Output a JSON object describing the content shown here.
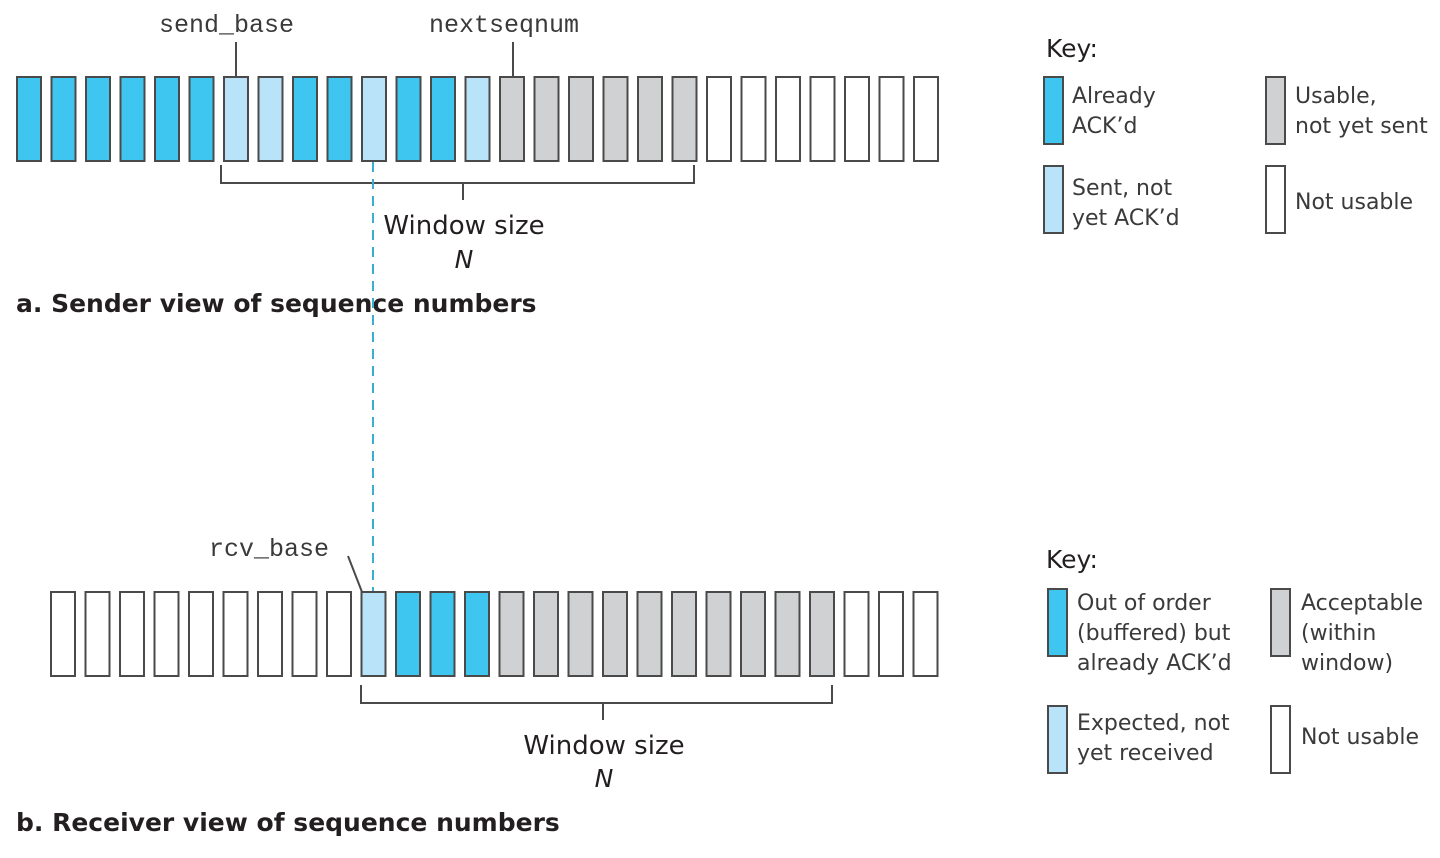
{
  "sender": {
    "caption": "a. Sender view of sequence numbers",
    "cells": [
      "acked",
      "acked",
      "acked",
      "acked",
      "acked",
      "acked",
      "sent",
      "sent",
      "acked",
      "acked",
      "sent",
      "acked",
      "acked",
      "sent",
      "usable",
      "usable",
      "usable",
      "usable",
      "usable",
      "usable",
      "notusable",
      "notusable",
      "notusable",
      "notusable",
      "notusable",
      "notusable",
      "notusable"
    ],
    "send_base_label": "send_base",
    "nextseqnum_label": "nextseqnum",
    "send_base_index": 6,
    "nextseqnum_index": 14,
    "window_start": 6,
    "window_end": 19,
    "window_label": "Window size",
    "window_var": "N",
    "key_title": "Key:",
    "key": [
      {
        "state": "acked",
        "lines": [
          "Already",
          "ACK’d"
        ]
      },
      {
        "state": "usable",
        "lines": [
          "Usable,",
          "not yet sent"
        ]
      },
      {
        "state": "sent",
        "lines": [
          "Sent, not",
          "yet ACK’d"
        ]
      },
      {
        "state": "notusable",
        "lines": [
          "Not usable"
        ]
      }
    ]
  },
  "receiver": {
    "caption": "b. Receiver view of sequence numbers",
    "cells": [
      "notusable",
      "notusable",
      "notusable",
      "notusable",
      "notusable",
      "notusable",
      "notusable",
      "notusable",
      "notusable",
      "expected",
      "outoforder",
      "outoforder",
      "outoforder",
      "acceptable",
      "acceptable",
      "acceptable",
      "acceptable",
      "acceptable",
      "acceptable",
      "acceptable",
      "acceptable",
      "acceptable",
      "acceptable",
      "notusable",
      "notusable",
      "notusable"
    ],
    "rcv_base_label": "rcv_base",
    "rcv_base_index": 9,
    "window_start": 9,
    "window_end": 22,
    "window_label": "Window size",
    "window_var": "N",
    "key_title": "Key:",
    "key": [
      {
        "state": "outoforder",
        "lines": [
          "Out of order",
          "(buffered) but",
          "already ACK’d"
        ]
      },
      {
        "state": "acceptable",
        "lines": [
          "Acceptable",
          "(within",
          "window)"
        ]
      },
      {
        "state": "expected",
        "lines": [
          "Expected, not",
          "yet received"
        ]
      },
      {
        "state": "notusable",
        "lines": [
          "Not usable"
        ]
      }
    ]
  },
  "colors": {
    "acked": "#3ec6f1",
    "outoforder": "#3ec6f1",
    "sent": "#b8e3f8",
    "expected": "#b8e3f8",
    "usable": "#d0d1d3",
    "acceptable": "#d0d1d3",
    "notusable": "#ffffff",
    "stroke": "#4a4a4a",
    "dashed": "#3aaecf"
  }
}
